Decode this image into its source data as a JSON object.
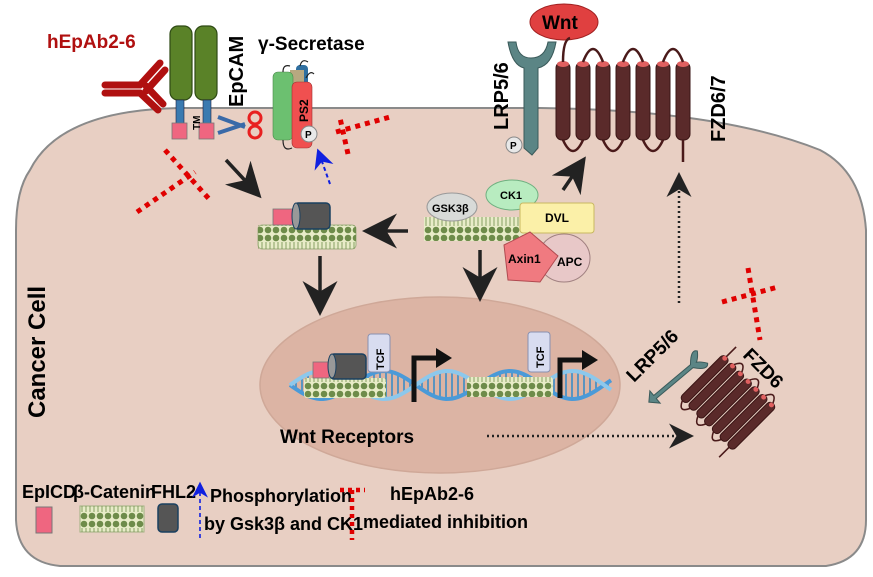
{
  "title_labels": {
    "antibody": "hEpAb2-6",
    "epcam": "EpCAM",
    "tm": "TM",
    "gamma_secretase": "γ-Secretase",
    "ps2": "PS2",
    "phospho": "P",
    "wnt": "Wnt",
    "lrp56_top": "LRP5/6",
    "fzd67": "FZD6/7",
    "cancer_cell": "Cancer Cell",
    "gsk3b": "GSK3β",
    "ck1": "CK1",
    "dvl": "DVL",
    "axin1": "Axin1",
    "apc": "APC",
    "tcf1": "TCF",
    "tcf2": "TCF",
    "wnt_receptors": "Wnt Receptors",
    "lrp56_bottom": "LRP5/6",
    "fzd6": "FZD6"
  },
  "legend": {
    "epicd": "EpICD",
    "beta_catenin": "β-Catenin",
    "fhl2": "FHL2",
    "phosphorylation_line1": "Phosphorylation",
    "phosphorylation_line2": "by Gsk3β and CK1",
    "inhibition_line1": "hEpAb2-6",
    "inhibition_line2": "mediated inhibition"
  },
  "colors": {
    "cell": "#e8cfc3",
    "nucleus": "#dcb4a4",
    "antibody": "#b01010",
    "epcam": "#5a8228",
    "epicd": "#ef6680",
    "fhl2": "#555555",
    "inhibition": "#e00000",
    "phospho_arrow": "#1020e0",
    "lrp": "#5b8585",
    "fzd": "#5a2a2a",
    "wnt": "#e04040"
  }
}
